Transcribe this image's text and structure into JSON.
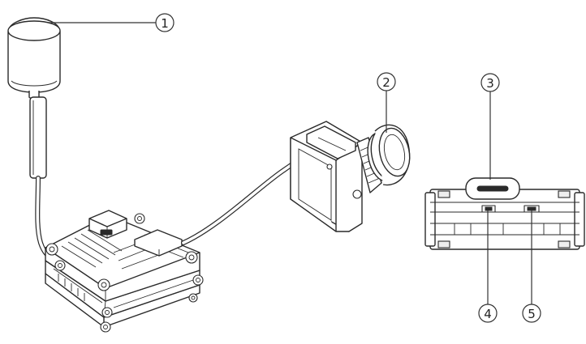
{
  "labels": [
    {
      "id": "1",
      "text": "①"
    },
    {
      "id": "2",
      "text": "②"
    },
    {
      "id": "3",
      "text": "③"
    },
    {
      "id": "4",
      "text": "④"
    },
    {
      "id": "5",
      "text": "⑤"
    }
  ]
}
